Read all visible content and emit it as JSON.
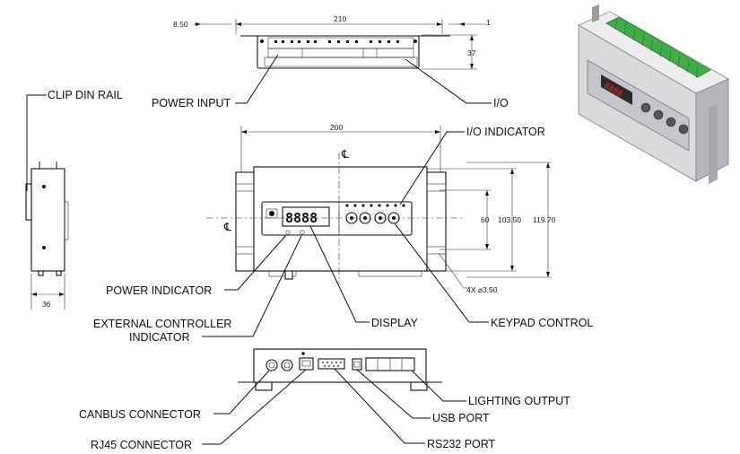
{
  "callouts": {
    "clip_din_rail": "CLIP DIN RAIL",
    "power_input": "POWER INPUT",
    "io": "I/O",
    "io_indicator": "I/O INDICATOR",
    "power_indicator": "POWER INDICATOR",
    "external_controller_indicator_line1": "EXTERNAL CONTROLLER",
    "external_controller_indicator_line2": "INDICATOR",
    "display": "DISPLAY",
    "keypad_control": "KEYPAD CONTROL",
    "canbus_connector": "CANBUS CONNECTOR",
    "rj45_connector": "RJ45 CONNECTOR",
    "usb_port": "USB PORT",
    "rs232_port": "RS232 PORT",
    "lighting_output": "LIGHTING OUTPUT"
  },
  "dimensions": {
    "top_width": "210",
    "top_offset": "8.50",
    "top_edge": "1",
    "top_height": "37",
    "front_width": "200",
    "hole_spacing": "60",
    "height_inner": "103.50",
    "height_outer": "119.70",
    "holes": "4X ⌀3.50",
    "side_depth": "36"
  },
  "centerline_symbol": "℄",
  "display_text": "8888",
  "colors": {
    "terminal_green": "#3fae49",
    "housing_gray": "#d9dadc",
    "housing_dark": "#7c7f84",
    "display_red": "#c8222a"
  }
}
